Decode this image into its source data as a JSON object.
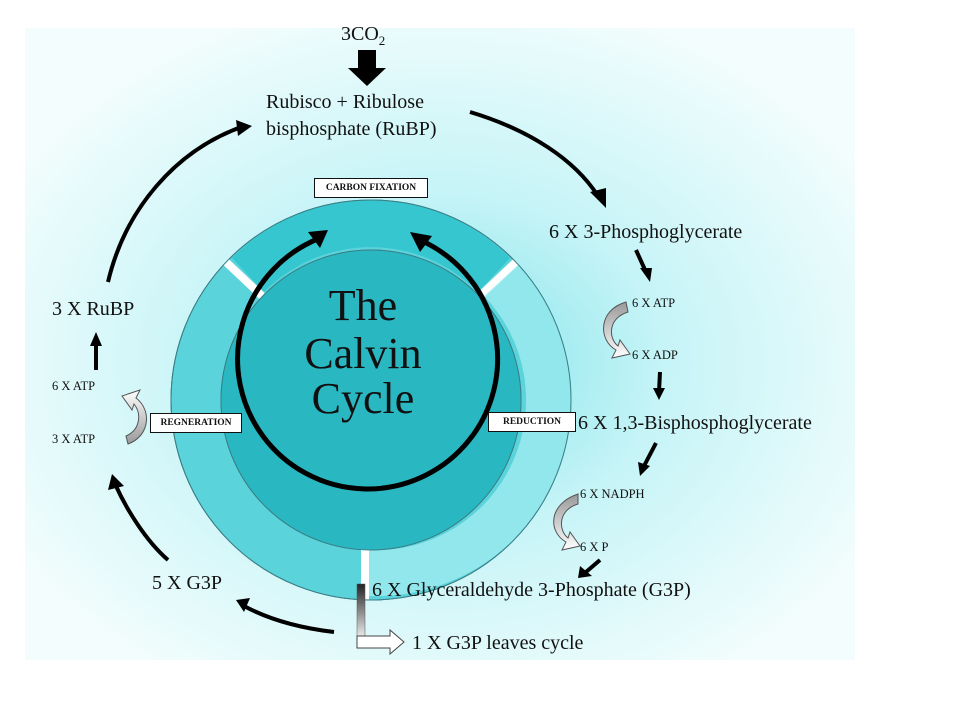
{
  "diagram": {
    "title": [
      "The",
      "Calvin",
      "Cycle"
    ],
    "input": {
      "main": "3CO",
      "sub": "2"
    },
    "nodes": {
      "rubisco_line1": "Rubisco + Ribulose",
      "rubisco_line2": "bisphosphate (RuBP)",
      "phosphoglycerate": "6 X 3-Phosphoglycerate",
      "bisphosphoglycerate": "6 X 1,3-Bisphosphoglycerate",
      "g3p": "6 X Glyceraldehyde 3-Phosphate (G3P)",
      "g3p_leaves": "1 X G3P leaves cycle",
      "five_g3p": "5 X G3P",
      "rubp": "3 X RuBP"
    },
    "cofactors": {
      "atp_in": "6 X ATP",
      "adp_out": "6 X ADP",
      "nadph_in": "6 X NADPH",
      "p_out": "6 X P",
      "regen_atp_top": "6 X ATP",
      "regen_atp_bottom": "3 X ATP"
    },
    "phases": {
      "carbon_fixation": "CARBON FIXATION",
      "reduction": "REDUCTION",
      "regeneration": "REGNERATION"
    }
  },
  "colors": {
    "ring_fill": "#2fc3cc",
    "ring_stroke": "#3a7f86",
    "center_fill": "#2ab9c2",
    "glow": "#b8f1f5",
    "arrow": "#000000"
  }
}
